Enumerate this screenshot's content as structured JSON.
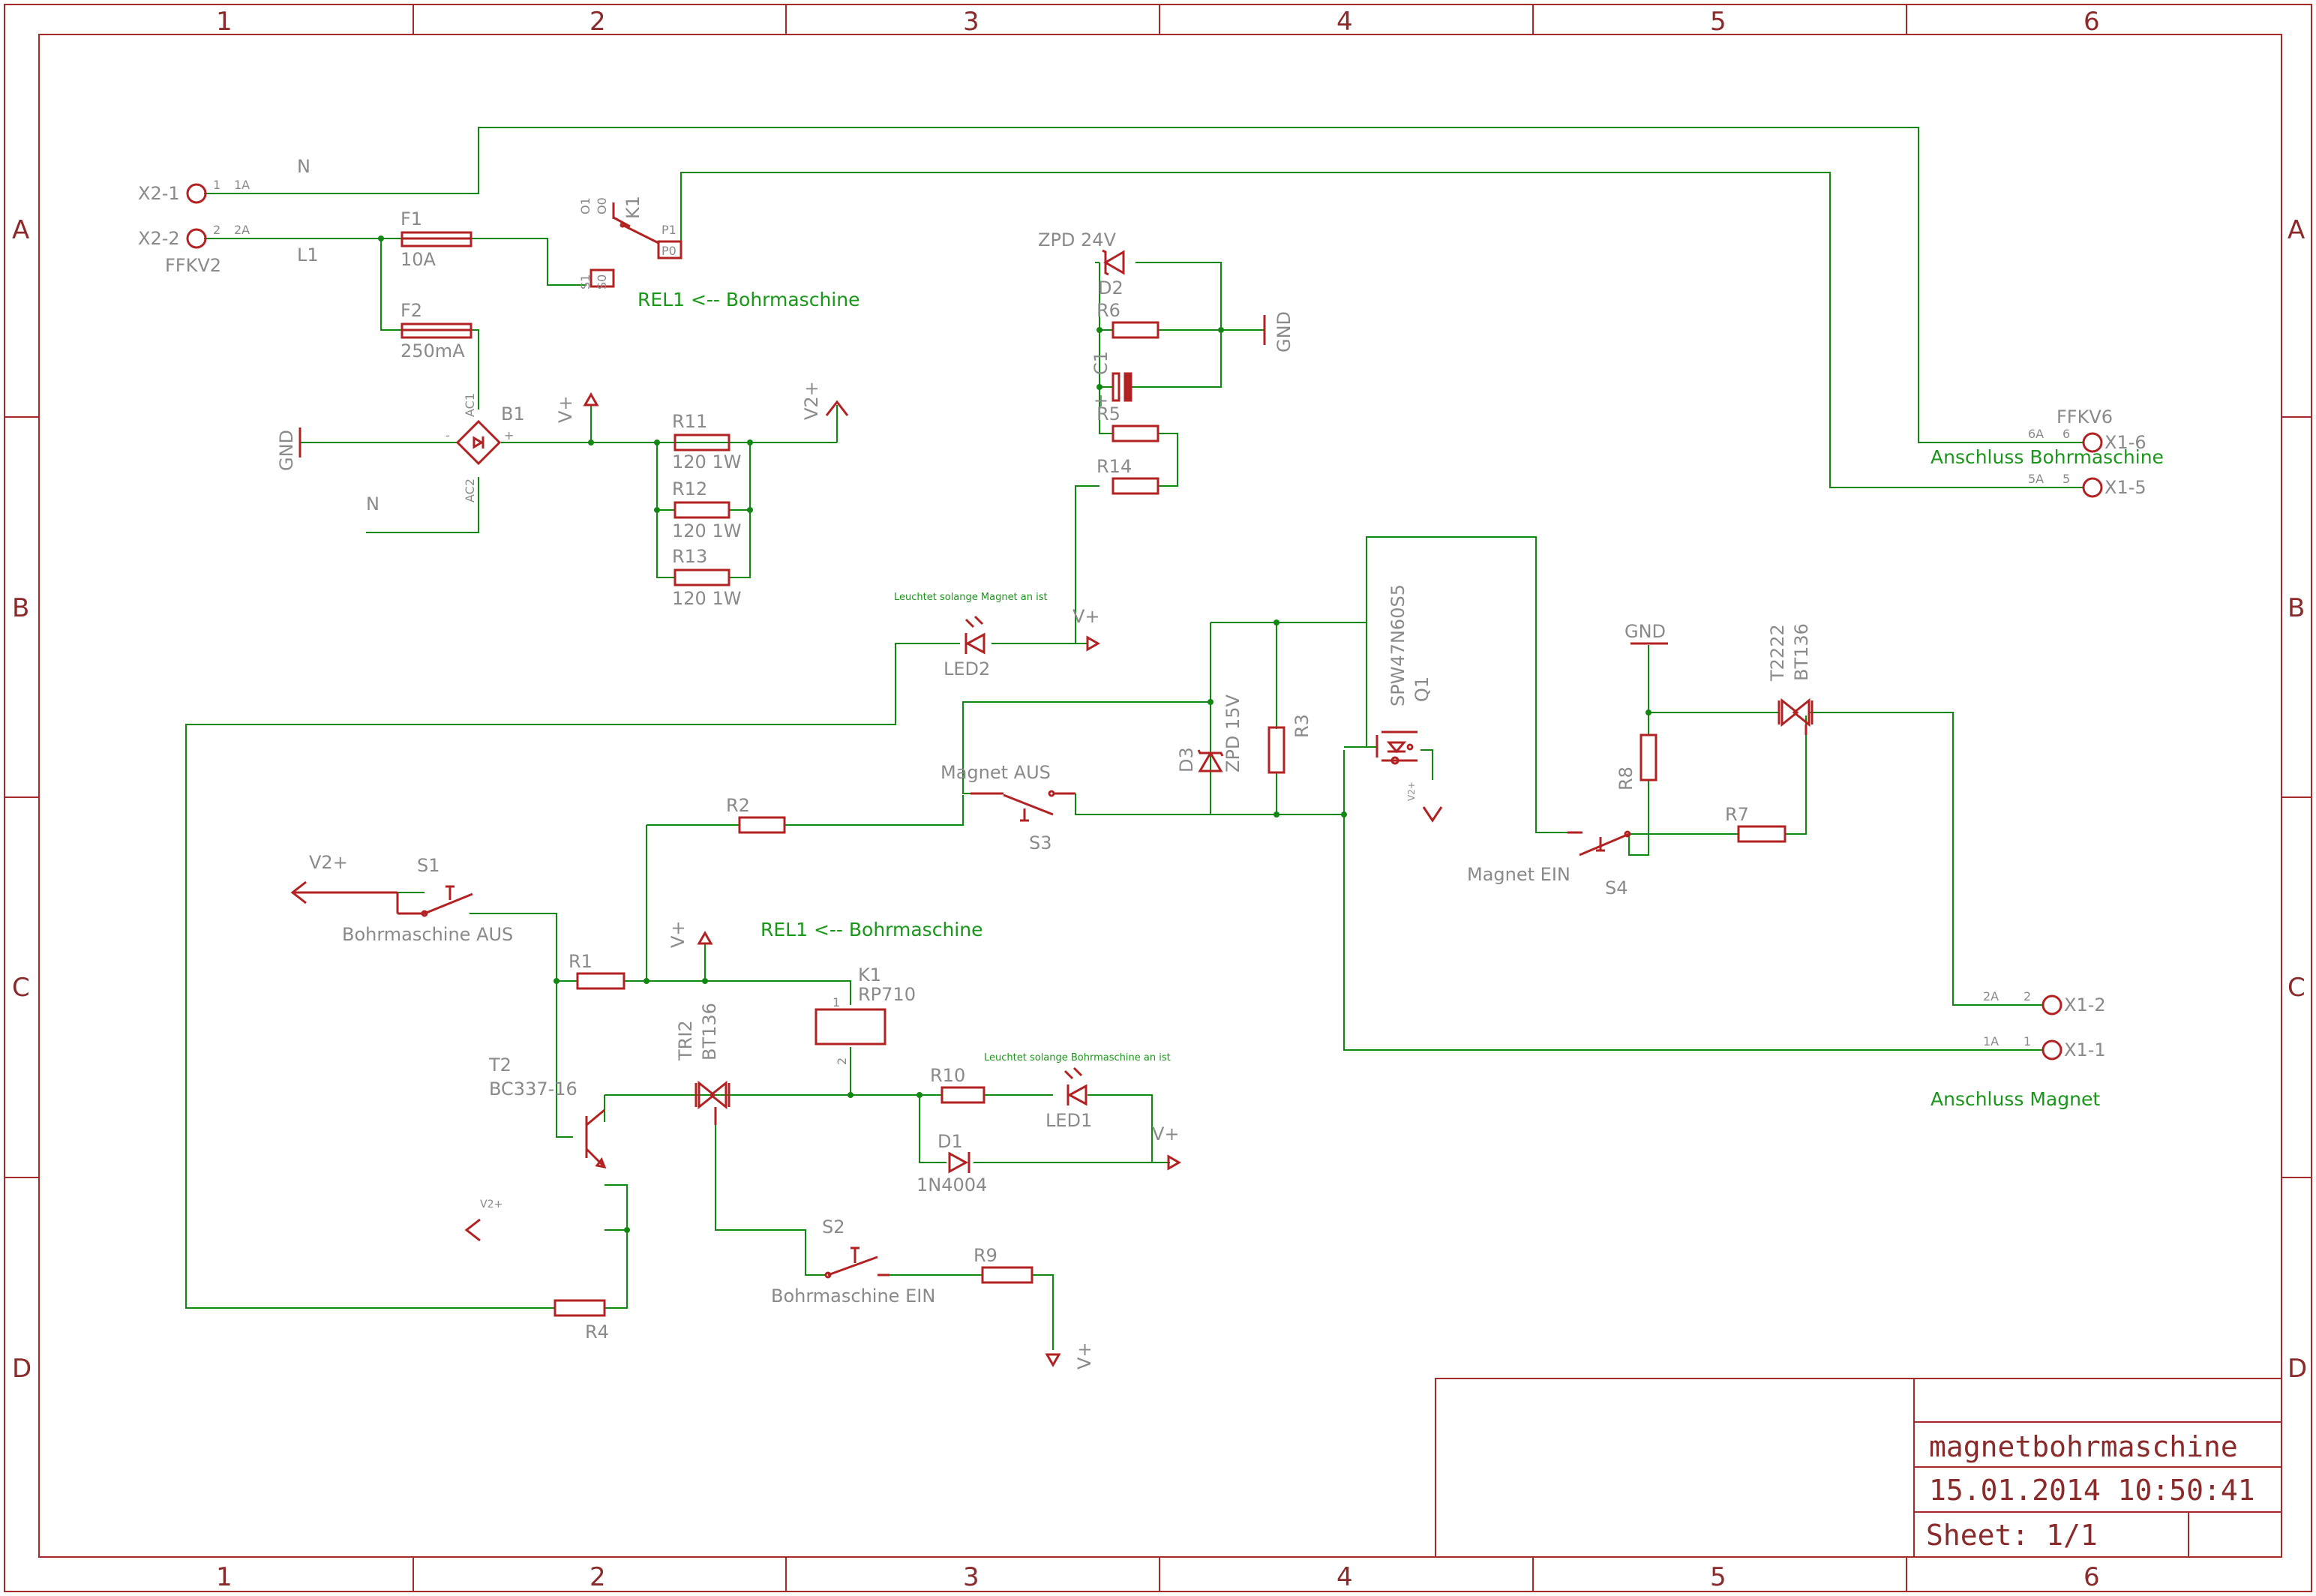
{
  "frame": {
    "columns": [
      "1",
      "2",
      "3",
      "4",
      "5",
      "6"
    ],
    "rows": [
      "A",
      "B",
      "C",
      "D"
    ]
  },
  "title_block": {
    "name": "magnetbohrmaschine",
    "datetime": "15.01.2014 10:50:41",
    "sheet": "Sheet: 1/1"
  },
  "connectors": {
    "x2_1": {
      "ref": "X2-1",
      "pin": "1",
      "pad": "1A"
    },
    "x2_2": {
      "ref": "X2-2",
      "pin": "2",
      "pad": "2A"
    },
    "ffkv2": "FFKV2",
    "ffkv6": "FFKV6",
    "x1_6": {
      "ref": "X1-6",
      "pin": "6",
      "pad": "6A"
    },
    "x1_5": {
      "ref": "X1-5",
      "pin": "5",
      "pad": "5A"
    },
    "x1_2": {
      "ref": "X1-2",
      "pin": "2",
      "pad": "2A"
    },
    "x1_1": {
      "ref": "X1-1",
      "pin": "1",
      "pad": "1A"
    }
  },
  "nets": {
    "n": "N",
    "l1": "L1",
    "gnd": "GND",
    "vplus": "V+",
    "v2plus": "V2+"
  },
  "notes": {
    "rel1_top": "REL1 <-- Bohrmaschine",
    "rel1_mid": "REL1 <-- Bohrmaschine",
    "anschluss_bohr": "Anschluss Bohrmaschine",
    "anschluss_magnet": "Anschluss Magnet",
    "led2_note": "Leuchtet solange Magnet an ist",
    "led1_note": "Leuchtet solange Bohrmaschine an ist"
  },
  "parts": {
    "f1": {
      "name": "F1",
      "value": "10A"
    },
    "f2": {
      "name": "F2",
      "value": "250mA"
    },
    "k1_top": {
      "name": "K1",
      "pins": [
        "O1",
        "O0",
        "S1",
        "S0",
        "P1",
        "P0"
      ]
    },
    "b1": {
      "name": "B1",
      "pins": [
        "AC1",
        "AC2",
        "-",
        "+"
      ]
    },
    "r11": {
      "name": "R11",
      "value": "120 1W"
    },
    "r12": {
      "name": "R12",
      "value": "120 1W"
    },
    "r13": {
      "name": "R13",
      "value": "120 1W"
    },
    "d2": {
      "name": "D2",
      "value": "ZPD 24V"
    },
    "r6": {
      "name": "R6"
    },
    "c1": {
      "name": "C1",
      "pin": "+"
    },
    "r5": {
      "name": "R5"
    },
    "r14": {
      "name": "R14"
    },
    "led2": {
      "name": "LED2"
    },
    "q1": {
      "name": "Q1",
      "value": "SPW47N60S5"
    },
    "d3": {
      "name": "D3",
      "value": "ZPD 15V"
    },
    "r3": {
      "name": "R3"
    },
    "s3": {
      "name": "S3",
      "label": "Magnet AUS"
    },
    "r2": {
      "name": "R2"
    },
    "s4": {
      "name": "S4",
      "label": "Magnet EIN"
    },
    "r8": {
      "name": "R8"
    },
    "r7": {
      "name": "R7"
    },
    "t2222": {
      "name": "T2222",
      "value": "BT136"
    },
    "s1": {
      "name": "S1",
      "label": "Bohrmaschine AUS"
    },
    "r1": {
      "name": "R1"
    },
    "k1": {
      "name": "K1",
      "value": "RP710",
      "pins": [
        "1",
        "2"
      ]
    },
    "t2": {
      "name": "T2",
      "value": "BC337-16"
    },
    "tri2": {
      "name": "TRI2",
      "value": "BT136"
    },
    "r10": {
      "name": "R10"
    },
    "led1": {
      "name": "LED1"
    },
    "d1": {
      "name": "D1",
      "value": "1N4004"
    },
    "s2": {
      "name": "S2",
      "label": "Bohrmaschine EIN"
    },
    "r9": {
      "name": "R9"
    },
    "r4": {
      "name": "R4"
    }
  }
}
